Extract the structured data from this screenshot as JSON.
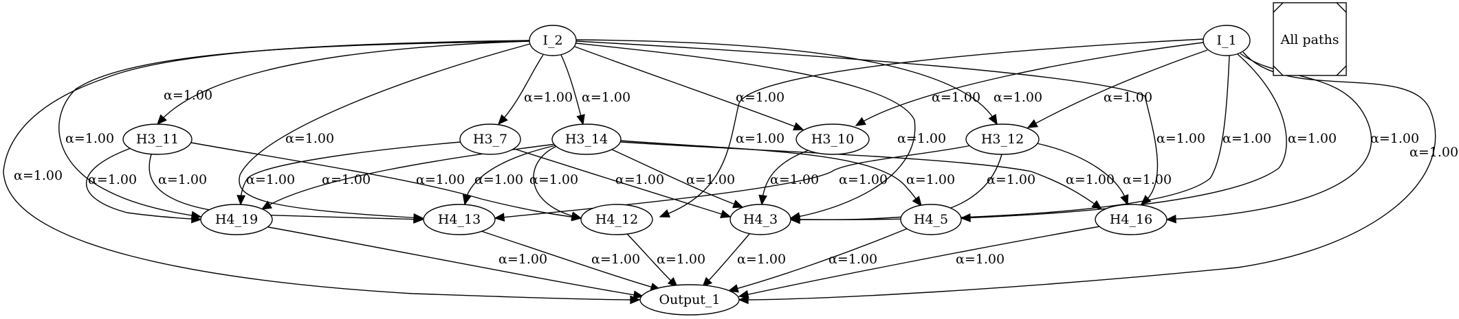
{
  "graph": {
    "legend_label": "All paths",
    "nodes": [
      {
        "id": "I_2",
        "label": "I_2"
      },
      {
        "id": "I_1",
        "label": "I_1"
      },
      {
        "id": "H3_11",
        "label": "H3_11"
      },
      {
        "id": "H3_7",
        "label": "H3_7"
      },
      {
        "id": "H3_14",
        "label": "H3_14"
      },
      {
        "id": "H3_10",
        "label": "H3_10"
      },
      {
        "id": "H3_12",
        "label": "H3_12"
      },
      {
        "id": "H4_19",
        "label": "H4_19"
      },
      {
        "id": "H4_13",
        "label": "H4_13"
      },
      {
        "id": "H4_12",
        "label": "H4_12"
      },
      {
        "id": "H4_3",
        "label": "H4_3"
      },
      {
        "id": "H4_5",
        "label": "H4_5"
      },
      {
        "id": "H4_16",
        "label": "H4_16"
      },
      {
        "id": "Output_1",
        "label": "Output_1"
      }
    ],
    "edges": [
      {
        "from": "I_2",
        "to": "Output_1",
        "label": "α=1.00"
      },
      {
        "from": "I_2",
        "to": "H4_19",
        "label": "α=1.00"
      },
      {
        "from": "I_2",
        "to": "H3_11",
        "label": "α=1.00"
      },
      {
        "from": "I_2",
        "to": "H4_13",
        "label": "α=1.00"
      },
      {
        "from": "I_2",
        "to": "H3_7",
        "label": "α=1.00"
      },
      {
        "from": "I_2",
        "to": "H3_14",
        "label": "α=1.00"
      },
      {
        "from": "I_2",
        "to": "H3_10",
        "label": "α=1.00"
      },
      {
        "from": "I_2",
        "to": "H4_3",
        "label": "α=1.00"
      },
      {
        "from": "I_2",
        "to": "H3_12",
        "label": "α=1.00"
      },
      {
        "from": "I_2",
        "to": "H4_16",
        "label": "α=1.00"
      },
      {
        "from": "I_1",
        "to": "H4_12",
        "label": "α=1.00"
      },
      {
        "from": "I_1",
        "to": "H3_10",
        "label": "α=1.00"
      },
      {
        "from": "I_1",
        "to": "H3_12",
        "label": "α=1.00"
      },
      {
        "from": "I_1",
        "to": "H4_3",
        "label": "α=1.00"
      },
      {
        "from": "I_1",
        "to": "H4_5",
        "label": "α=1.00"
      },
      {
        "from": "I_1",
        "to": "H4_16",
        "label": "α=1.00"
      },
      {
        "from": "I_1",
        "to": "Output_1",
        "label": "α=1.00"
      },
      {
        "from": "H3_11",
        "to": "H4_19",
        "label": "α=1.00"
      },
      {
        "from": "H3_11",
        "to": "H4_13",
        "label": "α=1.00"
      },
      {
        "from": "H3_11",
        "to": "H4_12",
        "label": "α=1.00"
      },
      {
        "from": "H3_7",
        "to": "H4_19",
        "label": "α=1.00"
      },
      {
        "from": "H3_7",
        "to": "H4_3",
        "label": "α=1.00"
      },
      {
        "from": "H3_14",
        "to": "H4_19",
        "label": "α=1.00"
      },
      {
        "from": "H3_14",
        "to": "H4_13",
        "label": "α=1.00"
      },
      {
        "from": "H3_14",
        "to": "H4_12",
        "label": "α=1.00"
      },
      {
        "from": "H3_14",
        "to": "H4_3",
        "label": "α=1.00"
      },
      {
        "from": "H3_14",
        "to": "H4_5",
        "label": "α=1.00"
      },
      {
        "from": "H3_14",
        "to": "H4_16",
        "label": "α=1.00"
      },
      {
        "from": "H3_10",
        "to": "H4_3",
        "label": "α=1.00"
      },
      {
        "from": "H3_12",
        "to": "H4_13",
        "label": "α=1.00"
      },
      {
        "from": "H3_12",
        "to": "H4_3",
        "label": "α=1.00"
      },
      {
        "from": "H3_12",
        "to": "H4_16",
        "label": "α=1.00"
      },
      {
        "from": "H4_19",
        "to": "Output_1",
        "label": "α=1.00"
      },
      {
        "from": "H4_13",
        "to": "Output_1",
        "label": "α=1.00"
      },
      {
        "from": "H4_12",
        "to": "Output_1",
        "label": "α=1.00"
      },
      {
        "from": "H4_3",
        "to": "Output_1",
        "label": "α=1.00"
      },
      {
        "from": "H4_5",
        "to": "Output_1",
        "label": "α=1.00"
      },
      {
        "from": "H4_16",
        "to": "Output_1",
        "label": "α=1.00"
      }
    ]
  }
}
